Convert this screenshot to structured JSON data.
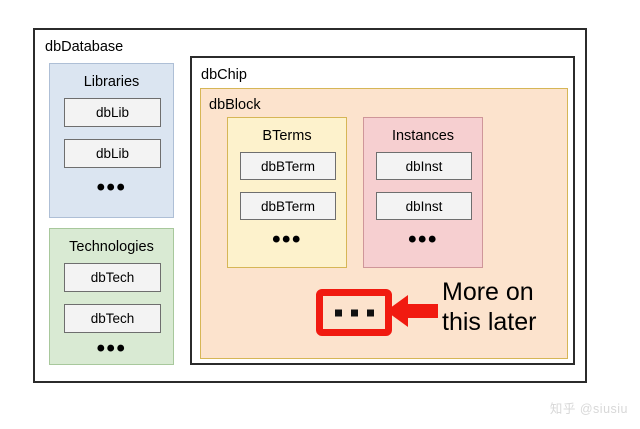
{
  "diagram": {
    "title": "dbDatabase",
    "watermark": "知乎 @siusiu",
    "root": {
      "label": "dbDatabase"
    },
    "libraries": {
      "heading": "Libraries",
      "items": [
        {
          "label": "dbLib"
        },
        {
          "label": "dbLib"
        }
      ],
      "ellipsis": "•••"
    },
    "technologies": {
      "heading": "Technologies",
      "items": [
        {
          "label": "dbTech"
        },
        {
          "label": "dbTech"
        }
      ],
      "ellipsis": "•••"
    },
    "dbchip": {
      "label": "dbChip"
    },
    "dbblock": {
      "label": "dbBlock"
    },
    "bterms": {
      "heading": "BTerms",
      "items": [
        {
          "label": "dbBTerm"
        },
        {
          "label": "dbBTerm"
        }
      ],
      "ellipsis": "•••"
    },
    "instances": {
      "heading": "Instances",
      "items": [
        {
          "label": "dbInst"
        },
        {
          "label": "dbInst"
        }
      ],
      "ellipsis": "•••"
    },
    "callout": {
      "dots": 3,
      "arrow_direction": "left",
      "text_line1": "More on",
      "text_line2": "this later",
      "accent_color": "#f11a10"
    },
    "colors": {
      "libraries_fill": "#dbe5f1",
      "libraries_stroke": "#aebfd6",
      "technologies_fill": "#d9ead3",
      "technologies_stroke": "#a8c89c",
      "dbblock_fill": "#fce3cd",
      "dbblock_stroke": "#d6b656",
      "bterms_fill": "#fdf2cc",
      "bterms_stroke": "#d6b656",
      "instances_fill": "#f6cfd0",
      "instances_stroke": "#cf9699",
      "leaf_fill": "#f3f3f3",
      "leaf_stroke": "#6e6e6e",
      "frame_stroke": "#2b2b2b",
      "callout_red": "#f11a10",
      "watermark_gray": "#d8d8d8"
    }
  }
}
